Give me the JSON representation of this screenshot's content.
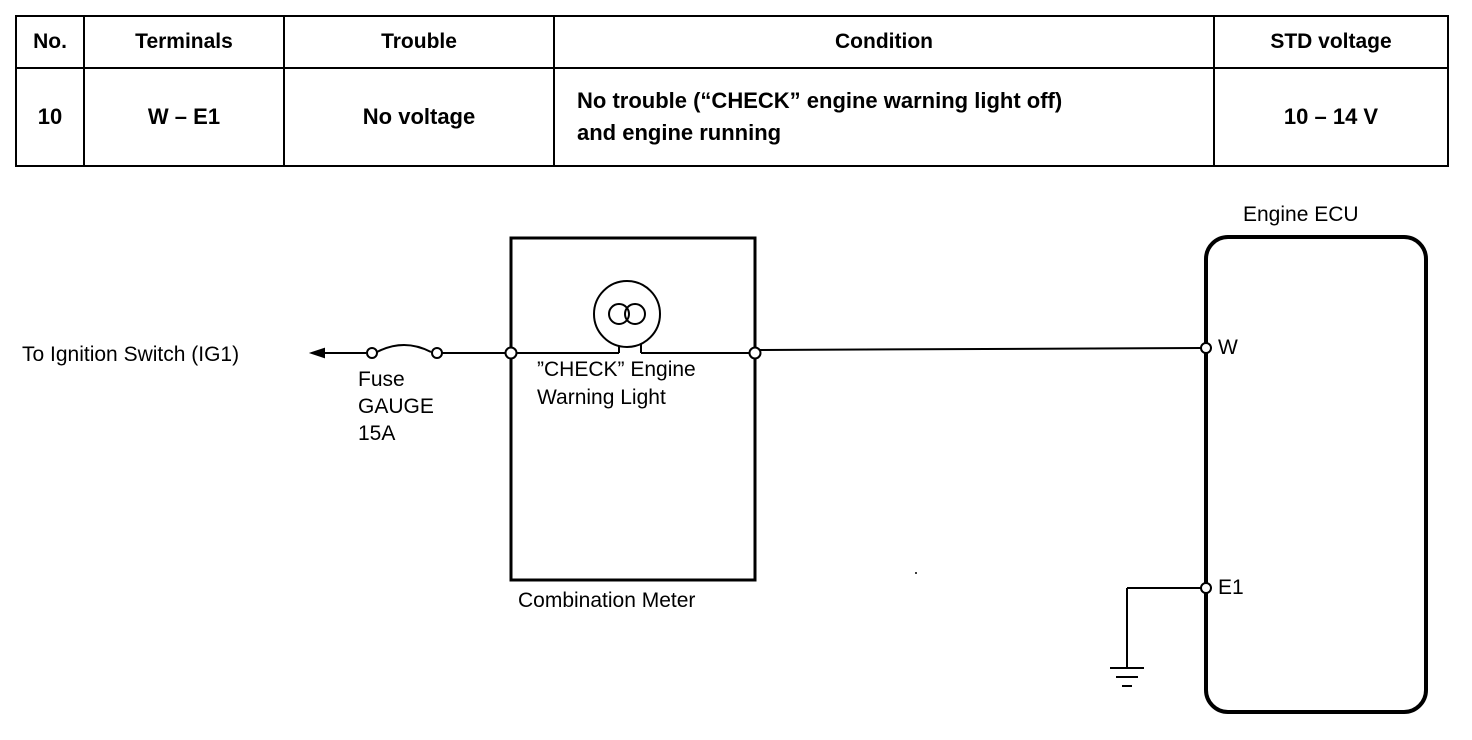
{
  "table": {
    "headers": {
      "no": "No.",
      "terminals": "Terminals",
      "trouble": "Trouble",
      "condition": "Condition",
      "std_voltage": "STD voltage"
    },
    "row": {
      "no": "10",
      "terminals": "W – E1",
      "trouble": "No voltage",
      "condition_line1": "No trouble (“CHECK” engine warning light off)",
      "condition_line2": "and engine running",
      "std_voltage": "10 – 14 V"
    }
  },
  "diagram": {
    "ignition_label": "To Ignition Switch (IG1)",
    "fuse_label_1": "Fuse",
    "fuse_label_2": "GAUGE",
    "fuse_label_3": "15A",
    "lamp_label_1": "”CHECK” Engine",
    "lamp_label_2": "Warning Light",
    "meter_label": "Combination Meter",
    "ecu_label": "Engine ECU",
    "terminal_w": "W",
    "terminal_e1": "E1"
  }
}
